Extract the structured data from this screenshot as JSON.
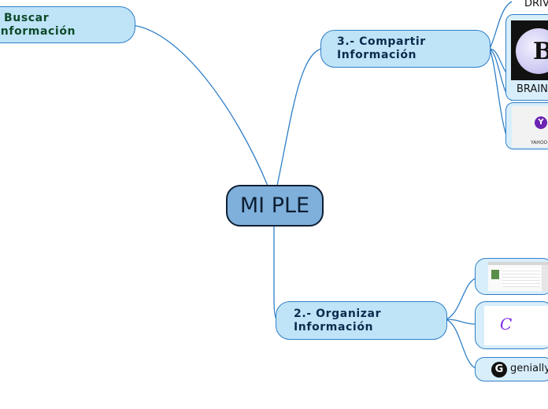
{
  "central": {
    "label": "MI PLE"
  },
  "topics": {
    "buscar": {
      "line1": "Buscar",
      "line2": "Información"
    },
    "compartir": {
      "line1": "3.- Compartir",
      "line2": "Información"
    },
    "organizar": {
      "line1": "2.- Organizar",
      "line2": "Información"
    }
  },
  "resources": {
    "drive_label": "DRIV",
    "brain_label": "BRAIN",
    "yahoo_caption": "YAHOO",
    "genially_label": "genially",
    "canva_letter": "C",
    "brain_logo_letter": "B"
  },
  "colors": {
    "central_fill": "#7fb0dc",
    "topic_fill": "#bfe3f7",
    "leaf_fill": "#d8eefb",
    "connector": "#2f7fc6",
    "yahoo_purple": "#6b24b2",
    "canva_purple": "#7d2ae8"
  }
}
